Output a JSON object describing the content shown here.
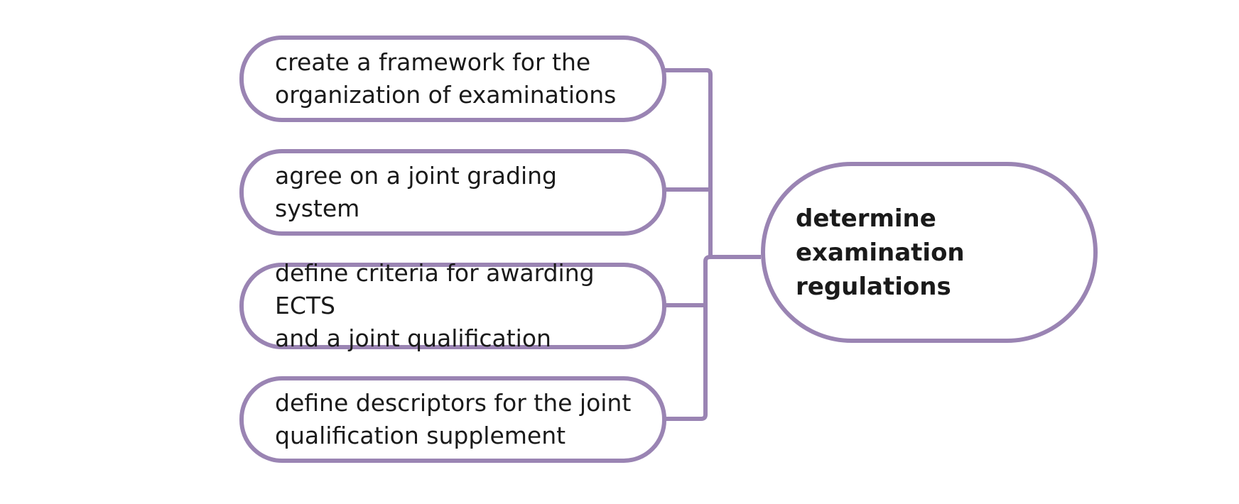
{
  "diagram": {
    "main": "determine examination\nregulations",
    "items": [
      {
        "label": "create a framework for the\norganization of  examinations"
      },
      {
        "label": "agree on a joint grading system"
      },
      {
        "label": "define criteria for awarding ECTS\nand a joint qualification"
      },
      {
        "label": "define descriptors for the joint\nqualification  supplement"
      }
    ]
  },
  "colors": {
    "outline": "#9a84b3",
    "text": "#1a1a1a",
    "background": "#ffffff"
  }
}
